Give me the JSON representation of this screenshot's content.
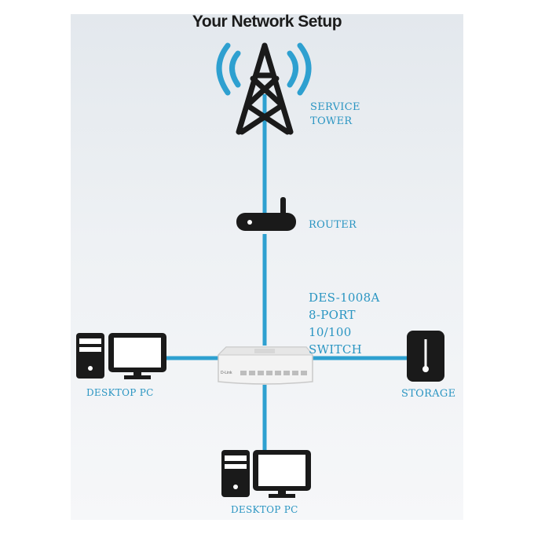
{
  "title": "Your Network Setup",
  "nodes": {
    "tower": {
      "label_lines": [
        "SERVICE",
        "TOWER"
      ]
    },
    "router": {
      "label": "ROUTER"
    },
    "switch": {
      "label_lines": [
        "DES-1008A",
        "8-PORT",
        "10/100",
        "SWITCH"
      ],
      "brand_text": "D-Link"
    },
    "pc_left": {
      "label": "DESKTOP PC"
    },
    "storage": {
      "label": "STORAGE"
    },
    "pc_bottom": {
      "label": "DESKTOP PC"
    }
  },
  "colors": {
    "cable": "#2ea0d0",
    "label": "#2a95c2",
    "device": "#1a1a1a",
    "switch_body": "#f3f3f3"
  }
}
